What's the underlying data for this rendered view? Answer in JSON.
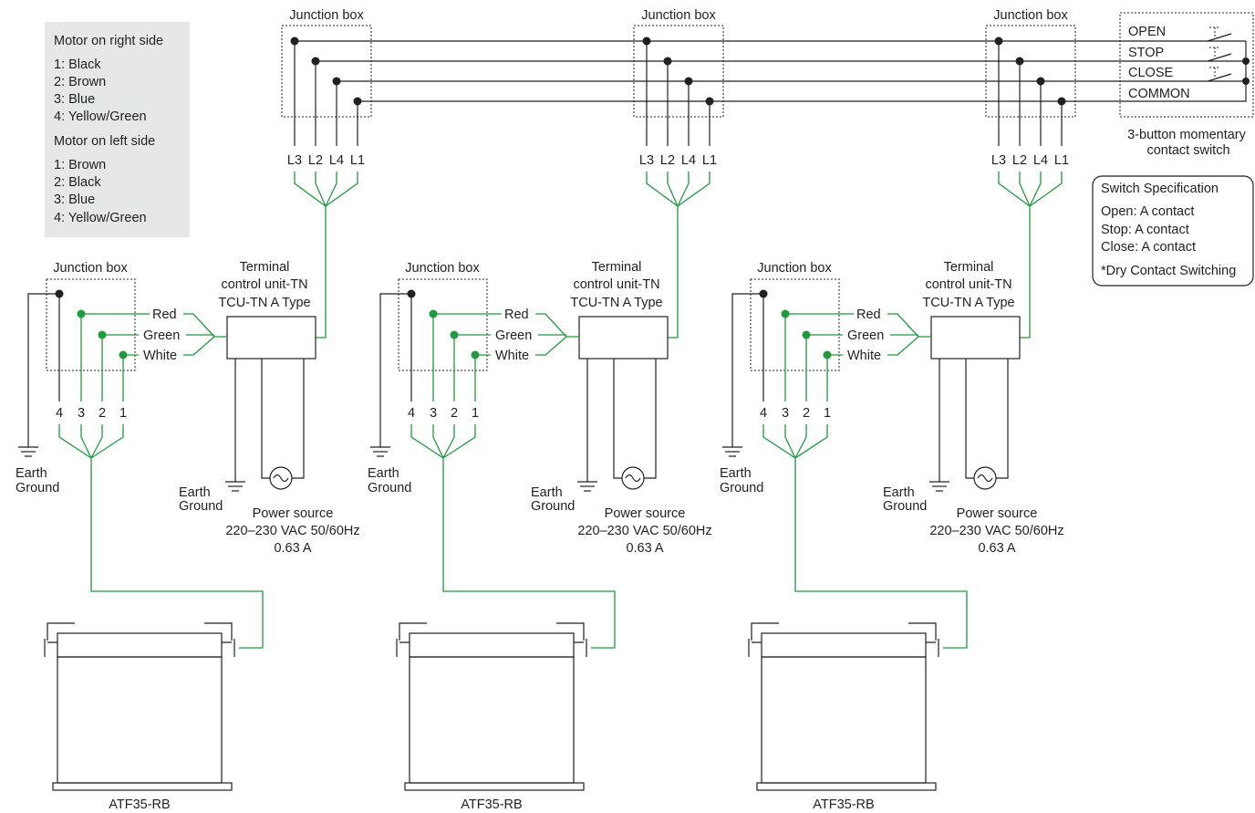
{
  "legend": {
    "right_title": "Motor on right side",
    "right_items": [
      "1: Black",
      "2: Brown",
      "3: Blue",
      "4: Yellow/Green"
    ],
    "left_title": "Motor on left side",
    "left_items": [
      "1: Brown",
      "2: Black",
      "3: Blue",
      "4: Yellow/Green"
    ]
  },
  "labels": {
    "junction_box": "Junction box",
    "terminal_lines": [
      "Terminal",
      "control unit-TN",
      "TCU-TN   A Type"
    ],
    "power_lines": [
      "Power source",
      "220–230 VAC 50/60Hz",
      "0.63 A"
    ],
    "earth_lines": [
      "Earth",
      "Ground"
    ],
    "wire_colors": [
      "Red",
      "Green",
      "White"
    ],
    "conductors": [
      "L3",
      "L2",
      "L4",
      "L1"
    ],
    "motor_terminals": [
      "4",
      "3",
      "2",
      "1"
    ],
    "motor_model": "ATF35-RB"
  },
  "switch": {
    "buttons": [
      "OPEN",
      "STOP",
      "CLOSE",
      "COMMON"
    ],
    "caption_lines": [
      "3-button momentary",
      "contact switch"
    ],
    "spec_title": "Switch Specification",
    "spec_lines": [
      "Open:  A contact",
      "Stop:   A contact",
      "Close: A contact"
    ],
    "spec_note": "*Dry Contact Switching"
  },
  "colors": {
    "wire_black": "#231f20",
    "wire_green": "#1f9a3e",
    "legend_shade": "#e6e7e8"
  }
}
